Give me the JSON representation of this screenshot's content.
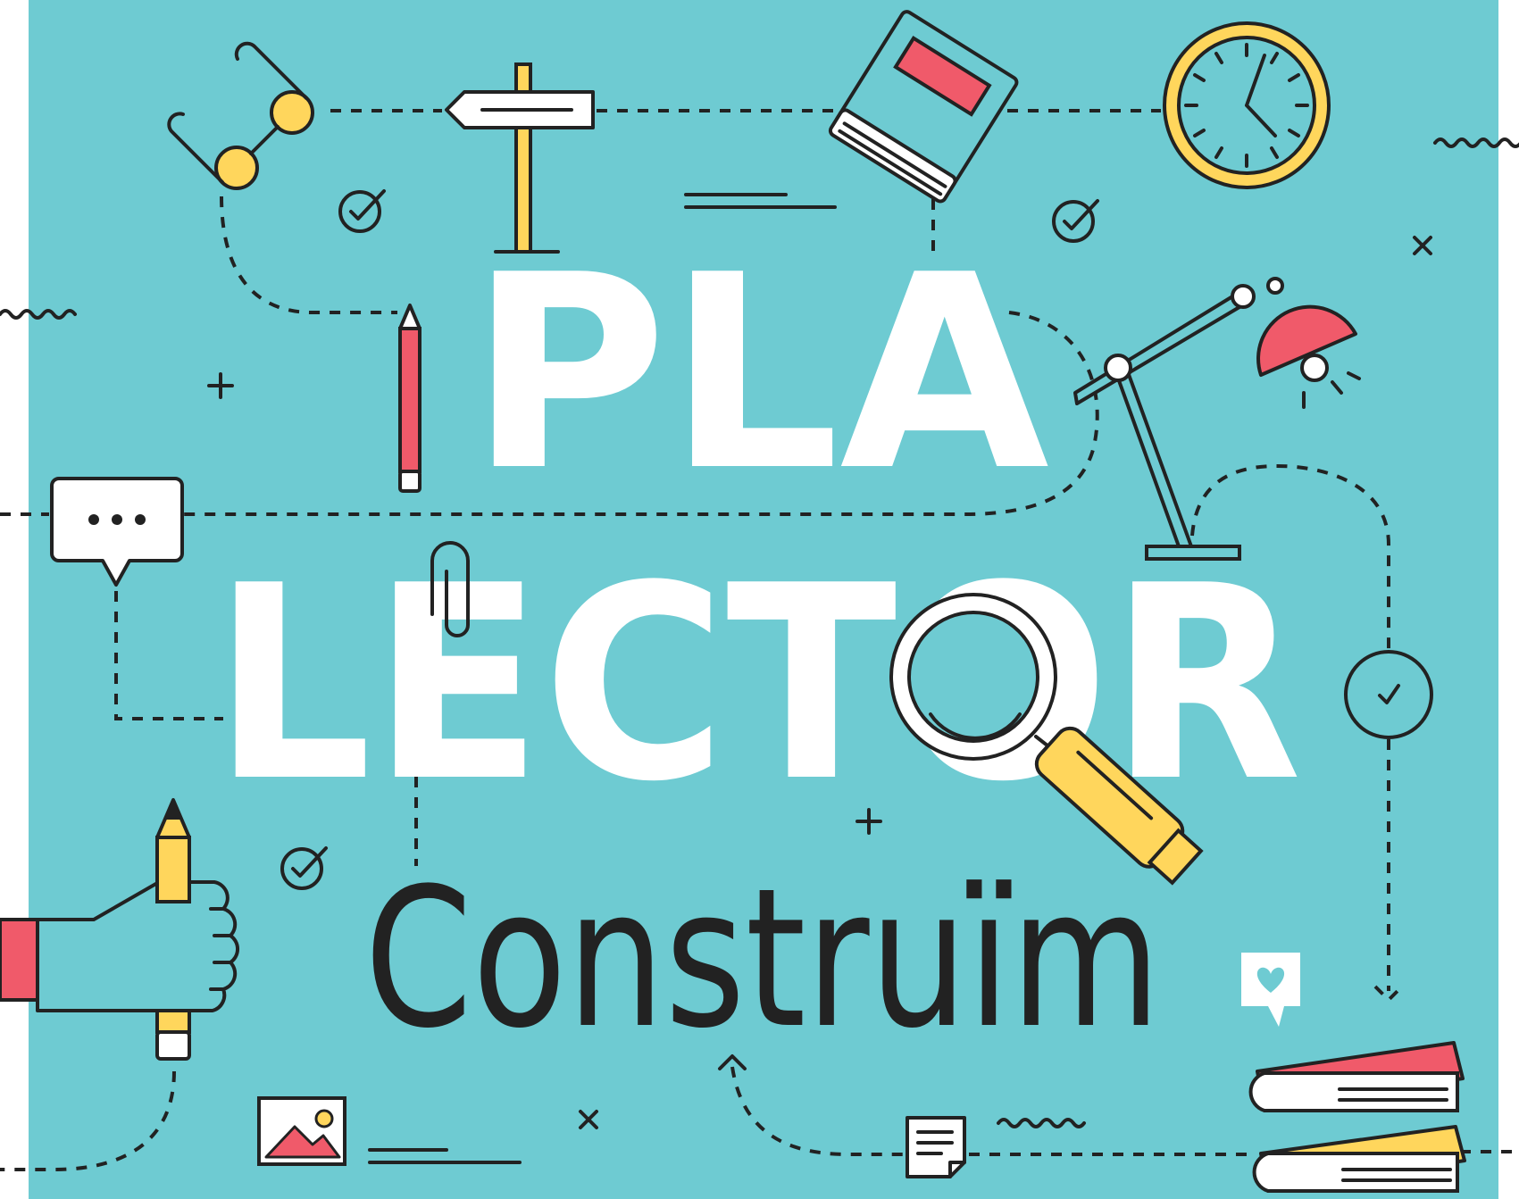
{
  "colors": {
    "background": "#6ecbd2",
    "title": "#ffffff",
    "ink": "#222222",
    "accent_red": "#f05a6a",
    "accent_yellow": "#ffd65c",
    "paper": "#ffffff"
  },
  "title": {
    "line1": "PLA",
    "line2": "LECTOR"
  },
  "brand": {
    "name": "Construïm"
  },
  "icons": [
    "glasses-icon",
    "signpost-icon",
    "book-icon",
    "clock-icon",
    "pencil-icon",
    "speech-bubble-icon",
    "paperclip-icon",
    "desk-lamp-icon",
    "magnifying-glass-icon",
    "hand-holding-pencil-icon",
    "image-icon",
    "note-icon",
    "heart-bubble-icon",
    "book-stack-icon",
    "check-circle-icon",
    "plus-icon",
    "x-icon",
    "wave-icon"
  ]
}
